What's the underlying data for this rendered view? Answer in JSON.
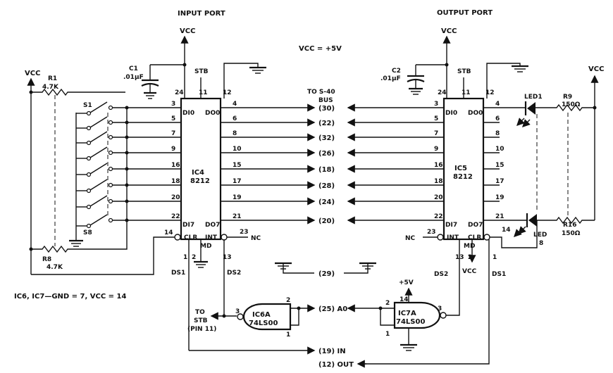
{
  "ports": {
    "input_title": "INPUT PORT",
    "output_title": "OUTPUT PORT"
  },
  "supply": {
    "vcc": "VCC",
    "vcc_eq": "VCC = +5V",
    "plus5": "+5V"
  },
  "caps": {
    "c1": "C1",
    "c1_val": ".01µF",
    "c2": "C2",
    "c2_val": ".01µF"
  },
  "resistors": {
    "r1": "R1",
    "r1_val": "4.7K",
    "r8": "R8",
    "r8_val": "4.7K",
    "r9": "R9",
    "r9_val": "150Ω",
    "r16": "R16",
    "r16_val": "150Ω"
  },
  "switches": {
    "s1": "S1",
    "s8": "S8"
  },
  "leds": {
    "led1": "LED1",
    "led8": "LED",
    "led8_num": "8"
  },
  "ic4": {
    "name": "IC4",
    "part": "8212",
    "stb": "STB",
    "md": "MD",
    "int": "INT",
    "clr": "CLR",
    "di0": "DI0",
    "di7": "DI7",
    "do0": "DO0",
    "do7": "DO7",
    "ds1": "DS1",
    "ds2": "DS2",
    "nc": "NC"
  },
  "ic5": {
    "name": "IC5",
    "part": "8212",
    "stb": "STB",
    "md": "MD",
    "int": "INT",
    "clr": "CLR",
    "di0": "DI0",
    "di7": "DI7",
    "do0": "DO0",
    "do7": "DO7",
    "ds1": "DS1",
    "ds2": "DS2",
    "nc": "NC"
  },
  "pin_numbers": {
    "vcc_pin": "24",
    "stb_pin": "11",
    "md_top_pin": "12",
    "left_pins": [
      "3",
      "5",
      "7",
      "9",
      "16",
      "18",
      "20",
      "22"
    ],
    "right_pins": [
      "4",
      "6",
      "8",
      "10",
      "15",
      "17",
      "19",
      "21"
    ],
    "clr_pin": "14",
    "int_pin": "23",
    "ds1_pin": "1",
    "md_pin": "2",
    "ds2_pin": "13"
  },
  "bus": {
    "title_line1": "TO S-40",
    "title_line2": "BUS",
    "lines": [
      "(30)",
      "(22)",
      "(32)",
      "(26)",
      "(18)",
      "(28)",
      "(24)",
      "(20)"
    ],
    "gnd_line": "(29)",
    "a0_line": "(25) A0",
    "in_line": "(19) IN",
    "out_line": "(12) OUT"
  },
  "ic6": {
    "name": "IC6A",
    "part": "74LS00",
    "pin_in": "3",
    "pin_out_a": "2",
    "pin_out_b": "1",
    "to_stb_1": "TO",
    "to_stb_2": "STB",
    "to_stb_3": "(PIN 11)"
  },
  "ic7": {
    "name": "IC7A",
    "part": "74LS00",
    "pin_a": "2",
    "pin_b": "1",
    "pin_out": "3",
    "pin_vcc": "14"
  },
  "notes": {
    "gnd_note": "IC6, IC7—GND = 7, VCC = 14"
  }
}
